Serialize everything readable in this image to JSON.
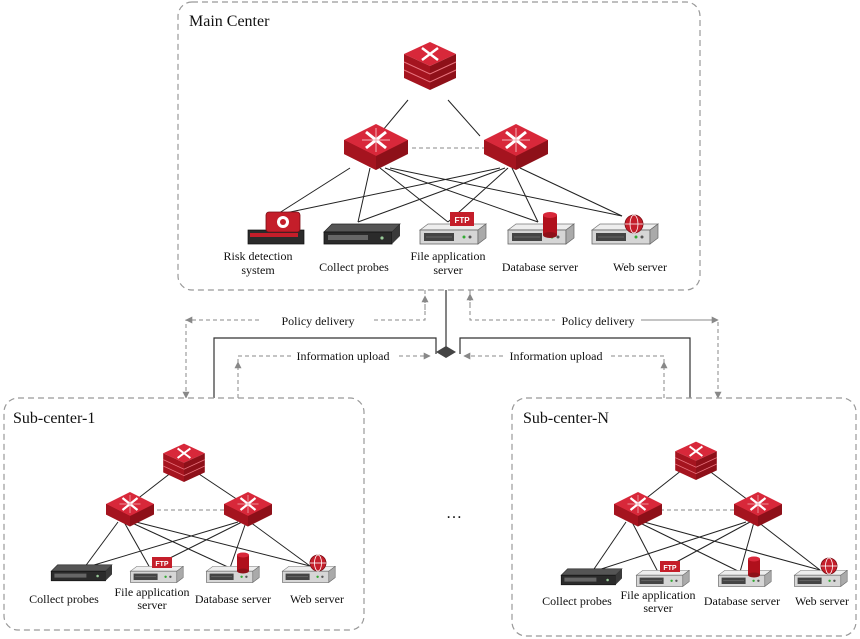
{
  "main_center": {
    "title": "Main Center",
    "devices": {
      "risk": "Risk detection system",
      "collect": "Collect probes",
      "file": "File application server",
      "database": "Database server",
      "web": "Web server"
    }
  },
  "sub_center_1": {
    "title": "Sub-center-1",
    "devices": {
      "collect": "Collect probes",
      "file": "File application server",
      "database": "Database server",
      "web": "Web server"
    }
  },
  "sub_center_n": {
    "title": "Sub-center-N",
    "devices": {
      "collect": "Collect probes",
      "file": "File application server",
      "database": "Database server",
      "web": "Web server"
    }
  },
  "flows": {
    "policy_left": "Policy delivery",
    "policy_right": "Policy delivery",
    "upload_left": "Information upload",
    "upload_right": "Information upload"
  },
  "ellipsis": "…",
  "icons": {
    "core": "core-switch-icon",
    "switch": "switch-icon",
    "risk": "firewall-icon",
    "server": "rack-server-icon",
    "ftp": "ftp-icon",
    "db": "database-icon",
    "web": "globe-icon"
  },
  "colors": {
    "router": "#c41e2a",
    "server": "#dcdcdc",
    "frame": "#999999"
  }
}
